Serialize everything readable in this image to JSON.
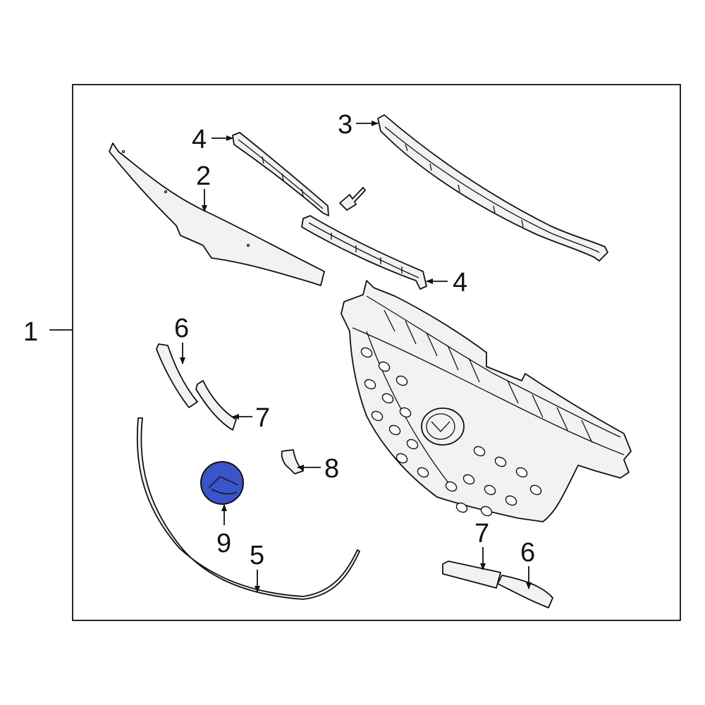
{
  "diagram": {
    "callouts": {
      "c1": "1",
      "c2": "2",
      "c3": "3",
      "c4a": "4",
      "c4b": "4",
      "c5": "5",
      "c6a": "6",
      "c6b": "6",
      "c7a": "7",
      "c7b": "7",
      "c8": "8",
      "c9": "9"
    },
    "highlight_color": "#3a55c8"
  }
}
